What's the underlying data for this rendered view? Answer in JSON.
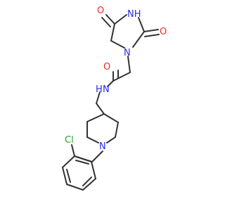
{
  "molecule": {
    "colors": {
      "bond": "#333333",
      "nitrogen": "#2a2af0",
      "oxygen": "#f02a2a",
      "chlorine": "#27a527",
      "background": "#ffffff"
    },
    "atom_labels": {
      "nh": "NH",
      "o_top": "O",
      "o_right": "O",
      "n_ring": "N",
      "o_amide": "O",
      "n_amide": "N",
      "h_amide": "H",
      "n_pip": "N",
      "cl": "Cl"
    }
  }
}
